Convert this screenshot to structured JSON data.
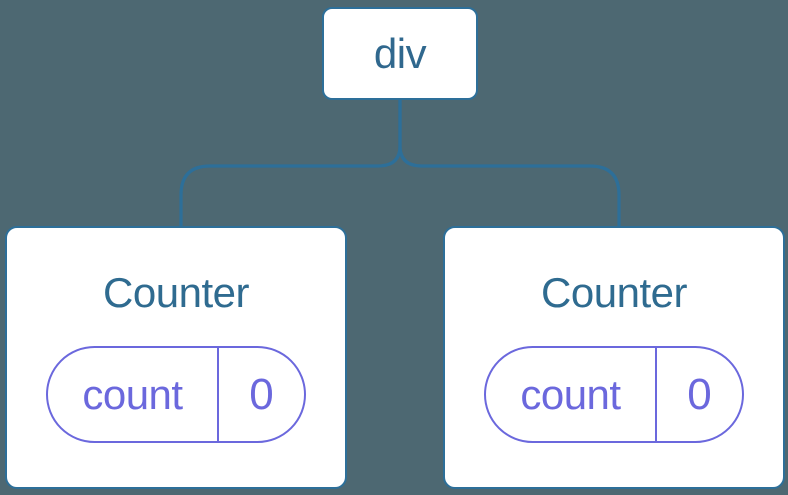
{
  "diagram": {
    "type": "component-tree",
    "colors": {
      "background": "#4d6872",
      "node_fill": "#ffffff",
      "line_blue": "#2d6f99",
      "text_blue": "#2f6b90",
      "state_purple": "#6b68dd"
    },
    "root": {
      "label": "div"
    },
    "children": [
      {
        "title": "Counter",
        "state": {
          "key": "count",
          "value": "0"
        }
      },
      {
        "title": "Counter",
        "state": {
          "key": "count",
          "value": "0"
        }
      }
    ]
  }
}
